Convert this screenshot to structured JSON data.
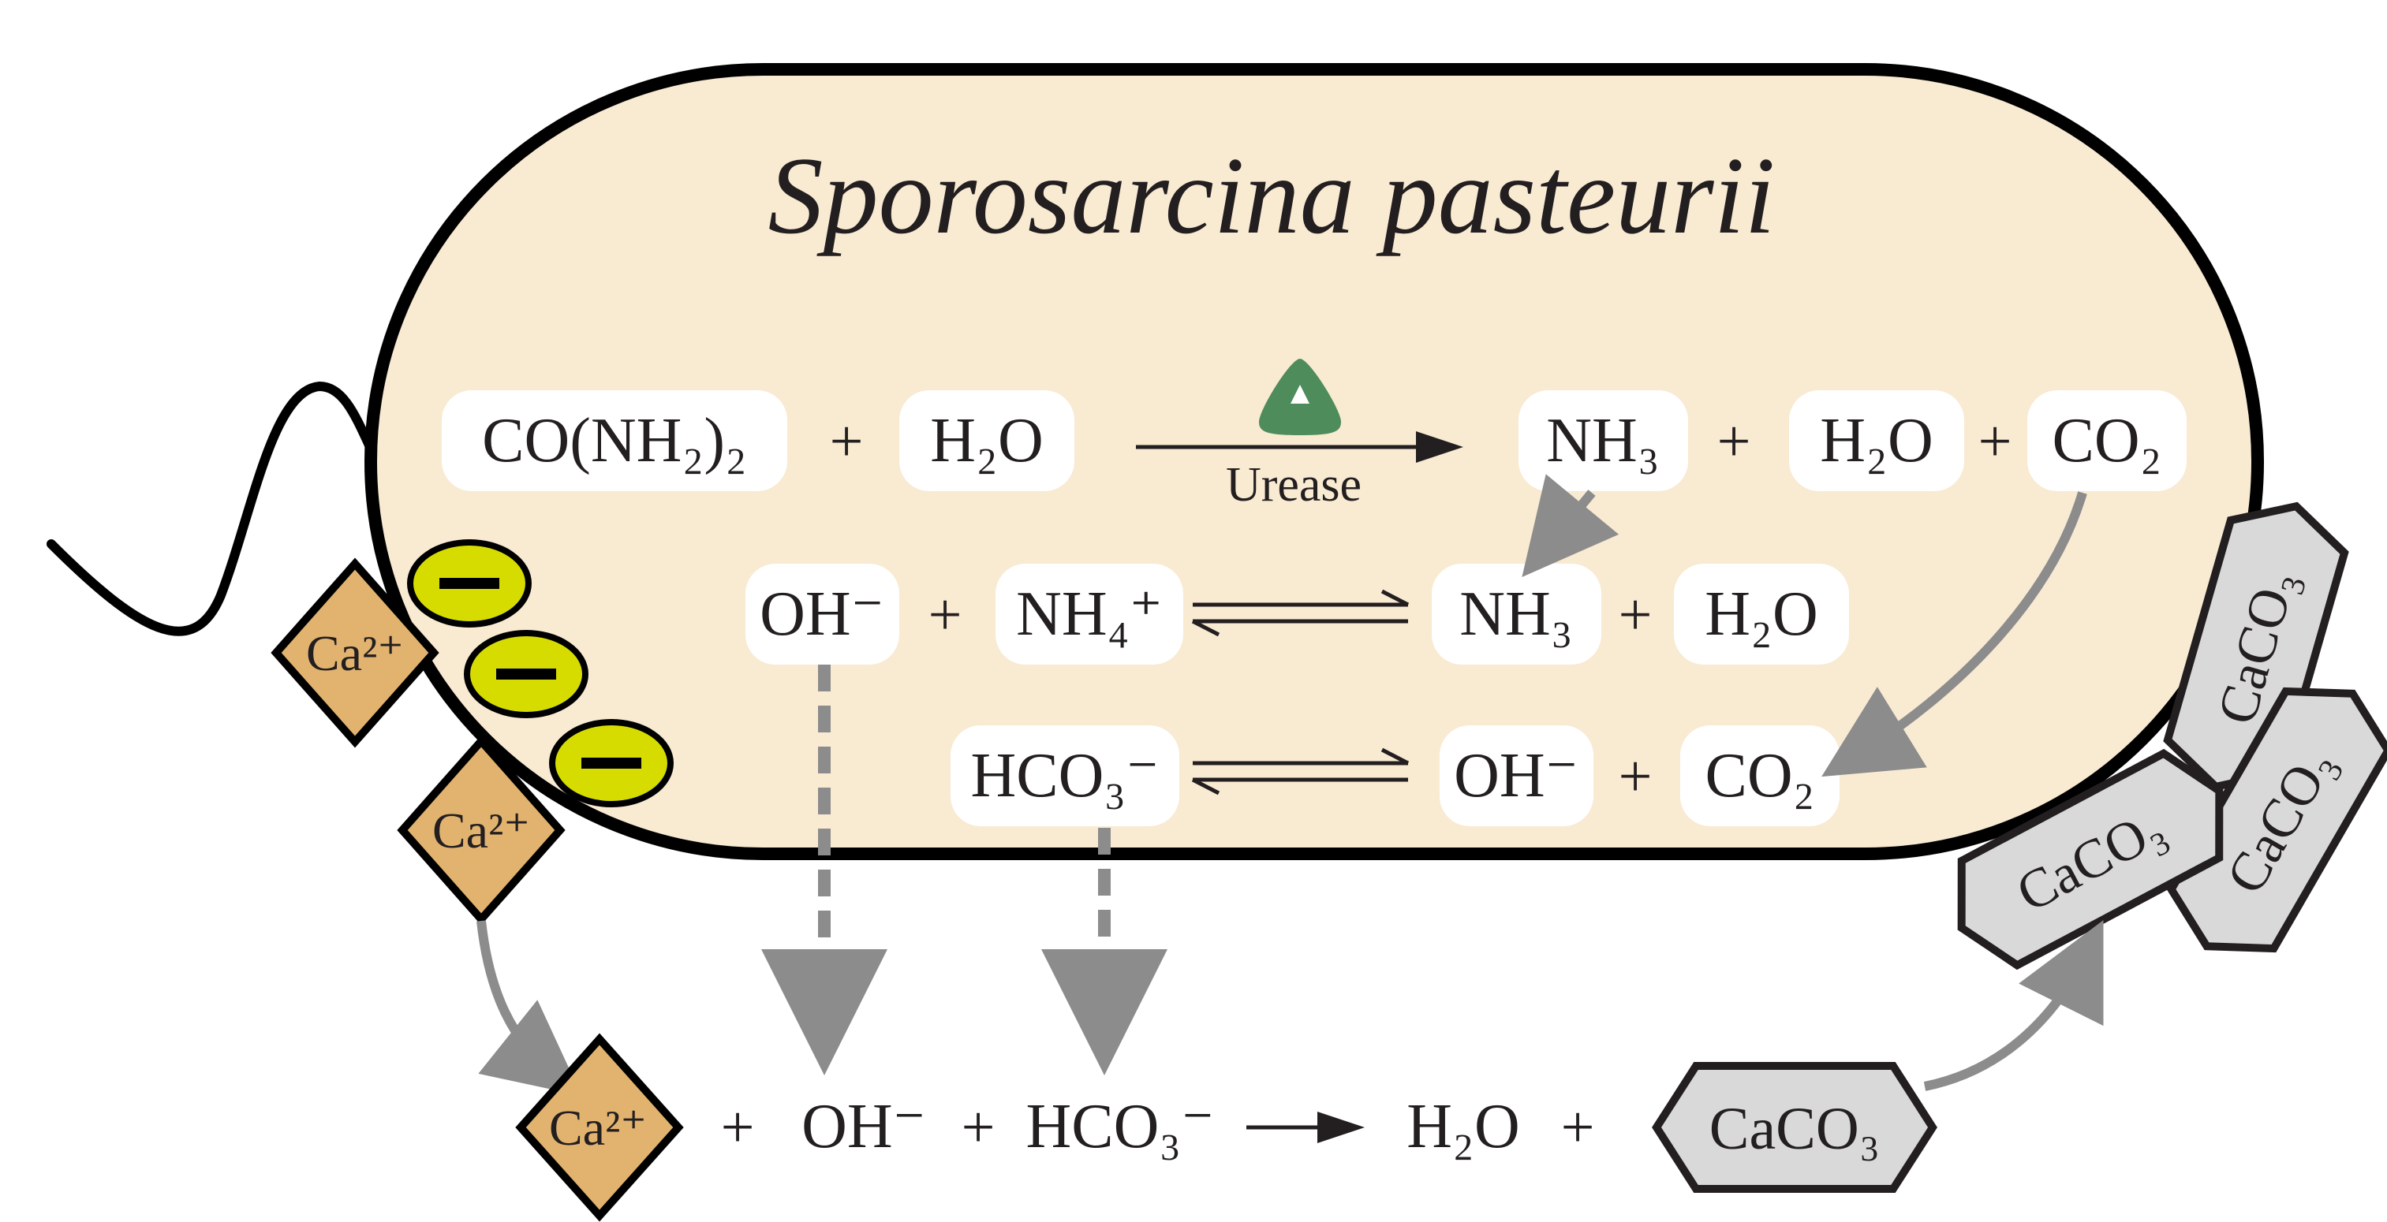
{
  "title": "Sporosarcina pasteurii",
  "colors": {
    "cell_fill": "#f9ead2",
    "outline": "#000000",
    "charge_fill": "#d7dc00",
    "calcium_fill": "#e2b36f",
    "crystal_fill": "#d9d9d9",
    "arrow_gray": "#8c8c8c",
    "enzyme_green": "#4e8c5c"
  },
  "reaction1": {
    "reactant1": "CO(NH₂)₂",
    "plus1": "+",
    "reactant2": "H₂O",
    "enzyme_label": "Urease",
    "product1": "NH₃",
    "plus2": "+",
    "product2": "H₂O",
    "plus3": "+",
    "product3": "CO₂"
  },
  "reaction2": {
    "left1": "OH⁻",
    "plus1": "+",
    "left2": "NH₄⁺",
    "right1": "NH₃",
    "plus2": "+",
    "right2": "H₂O"
  },
  "reaction3": {
    "left1": "HCO₃⁻",
    "right1": "OH⁻",
    "plus1": "+",
    "right2": "CO₂"
  },
  "ions": {
    "calcium": "Ca²⁺"
  },
  "crystals": {
    "label": "CaCO₃"
  },
  "bottom_reaction": {
    "calcium": "Ca²⁺",
    "plus1": "+",
    "hydroxide": "OH⁻",
    "plus2": "+",
    "bicarbonate": "HCO₃⁻",
    "product1": "H₂O",
    "plus3": "+",
    "product2": "CaCO₃"
  },
  "icons": {
    "negative_charge": "minus-icon",
    "enzyme": "triangle-icon"
  }
}
